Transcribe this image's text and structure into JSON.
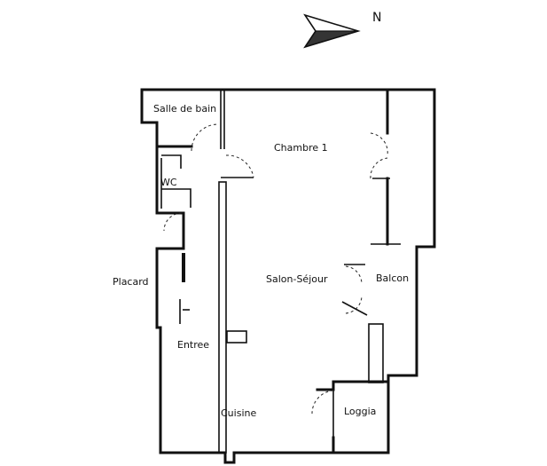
{
  "compass": {
    "label": "N"
  },
  "rooms": {
    "salle_de_bain": "Salle de bain",
    "wc": "WC",
    "placard": "Placard",
    "chambre": "Chambre 1",
    "salon": "Salon-Séjour",
    "balcon": "Balcon",
    "entree": "Entree",
    "cuisine": "Cuisine",
    "loggia": "Loggia"
  }
}
